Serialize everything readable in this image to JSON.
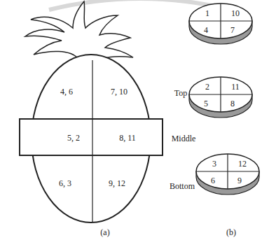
{
  "diagram": {
    "nodes": [
      {
        "text": [
          "4, 6",
          "7, 10"
        ]
      },
      {
        "text": [
          "5, 2",
          "8, 11"
        ]
      },
      {
        "text": [
          "6, 3",
          "9, 12"
        ]
      },
      {
        "text": [
          "1",
          "10",
          "4",
          "7"
        ]
      },
      {
        "text": [
          "2",
          "11",
          "5",
          "8"
        ]
      },
      {
        "text": [
          "3",
          "12",
          "6",
          "9"
        ]
      }
    ],
    "labels": [
      "Top",
      "Middle",
      "Bottom",
      "(a)",
      "(b)"
    ]
  }
}
